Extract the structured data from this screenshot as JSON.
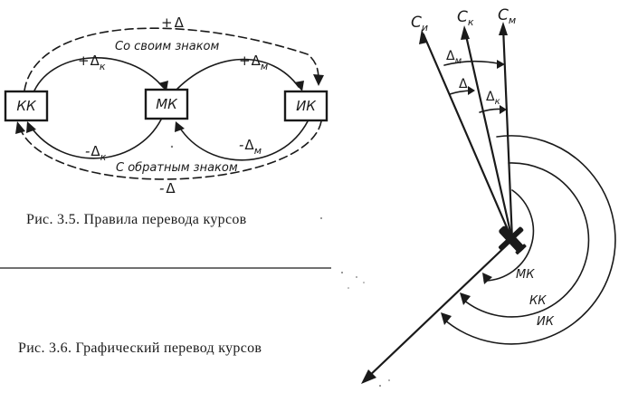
{
  "fig35": {
    "boxes": {
      "kk": "КК",
      "mk": "МК",
      "ik": "ИК"
    },
    "top_outer": {
      "sign": "+",
      "delta": "Δ"
    },
    "top_left": {
      "sign": "+",
      "delta": "Δ",
      "sub": "к"
    },
    "top_right": {
      "sign": "+",
      "delta": "Δ",
      "sub": "м"
    },
    "same_sign": "Со своим знаком",
    "bottom_left": {
      "sign": "-",
      "delta": "Δ",
      "sub": "к"
    },
    "bottom_right": {
      "sign": "-",
      "delta": "Δ",
      "sub": "м"
    },
    "opposite_sign": "С обратным знаком",
    "bottom_outer": {
      "sign": "-",
      "delta": "Δ"
    },
    "caption": "Рис. 3.5. Правила перевода курсов"
  },
  "fig36": {
    "caption": "Рис. 3.6. Графический перевод курсов",
    "meridian_labels": [
      {
        "main": "С",
        "sub": "и"
      },
      {
        "main": "С",
        "sub": "к"
      },
      {
        "main": "С",
        "sub": "м"
      }
    ],
    "angle_labels": [
      {
        "main": "Δ",
        "sub": "м"
      },
      {
        "main": "Δ",
        "sub": ""
      },
      {
        "main": "Δ",
        "sub": "к"
      }
    ],
    "arc_labels": [
      "МК",
      "КК",
      "ИК"
    ]
  },
  "colors": {
    "ink": "#1a1a1a",
    "paper": "#ffffff"
  }
}
